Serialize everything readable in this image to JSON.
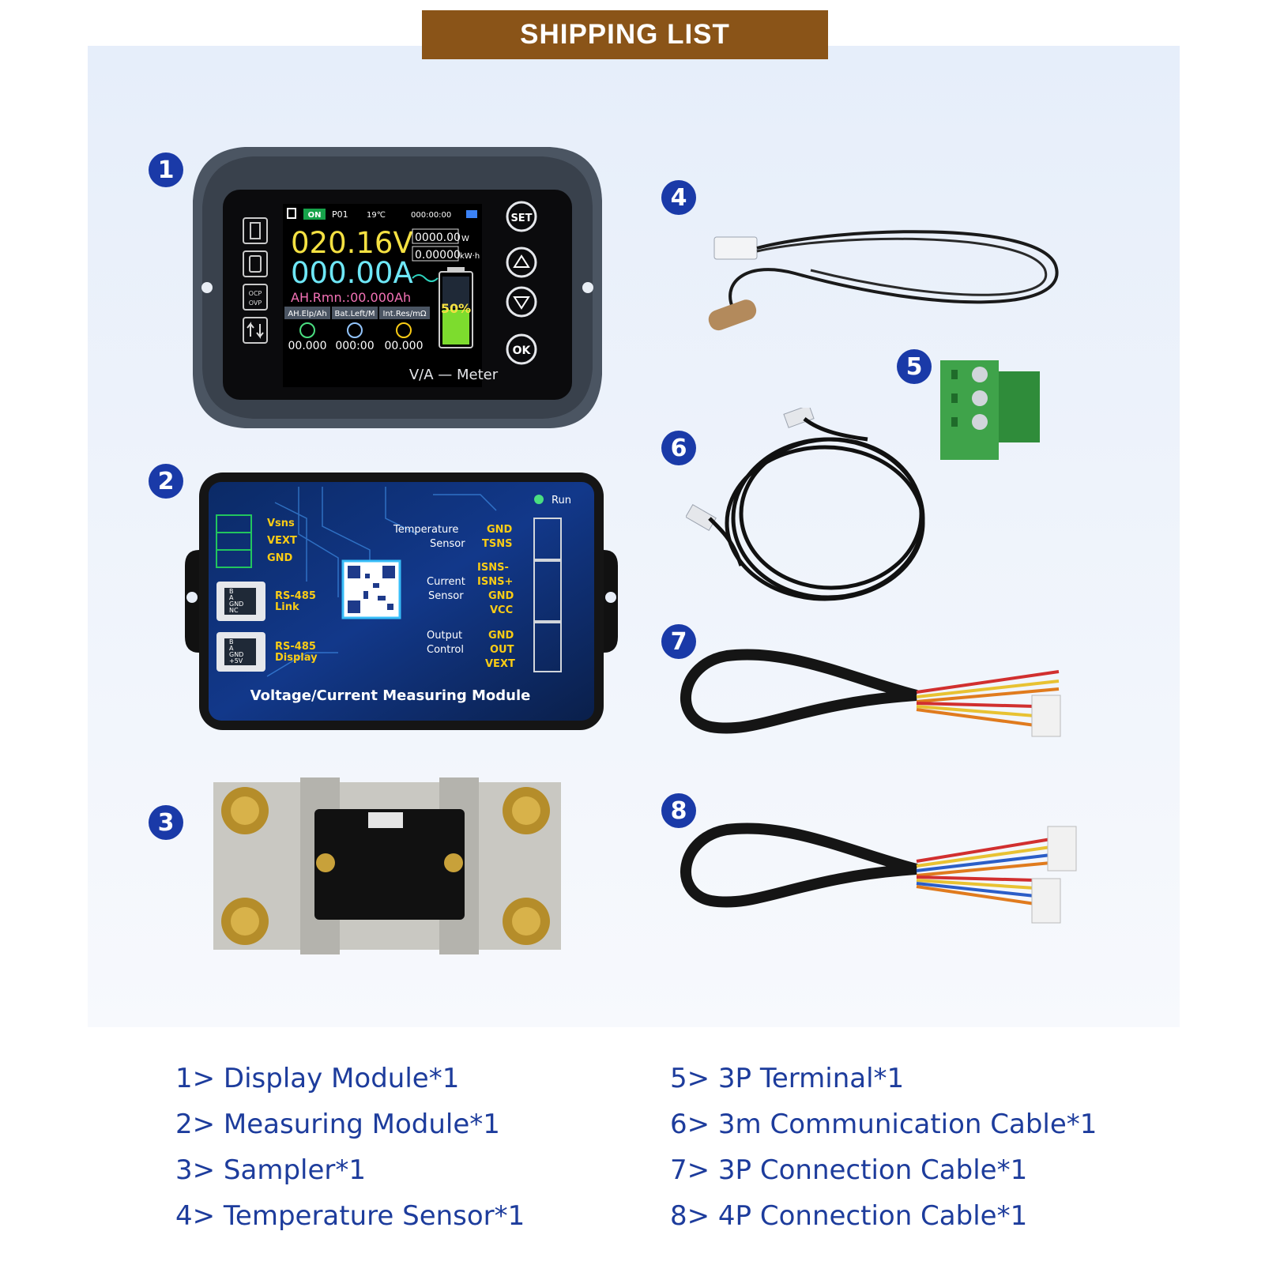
{
  "banner": "SHIPPING LIST",
  "badges": [
    "1",
    "2",
    "3",
    "4",
    "5",
    "6",
    "7",
    "8"
  ],
  "display_module": {
    "status": {
      "on": "ON",
      "program": "P01",
      "temp": "19℃",
      "time": "000:00:00"
    },
    "voltage": "020.16V",
    "current": "000.00A",
    "power": "0000.00",
    "power_unit": "W",
    "energy": "0.00000",
    "energy_unit": "kW·h",
    "ah_remaining": "AH.Rmn.:00.000Ah",
    "battery_percent": "50%",
    "metrics": [
      {
        "label": "AH.Elp/Ah",
        "value": "00.000"
      },
      {
        "label": "Bat.Left/M",
        "value": "000:00"
      },
      {
        "label": "Int.Res/mΩ",
        "value": "00.000"
      }
    ],
    "side_icons": {
      "ocp": "OCP",
      "ovp": "OVP"
    },
    "buttons": {
      "set": "SET",
      "ok": "OK"
    },
    "brand": "V/A — Meter"
  },
  "measuring_module": {
    "run": "Run",
    "left_pins": [
      "Vsns",
      "VEXT",
      "GND"
    ],
    "rs485_link": {
      "pins": [
        "B",
        "A",
        "GND",
        "NC"
      ],
      "label1": "RS-485",
      "label2": "Link"
    },
    "rs485_display": {
      "pins": [
        "B",
        "A",
        "GND",
        "+5V"
      ],
      "label1": "RS-485",
      "label2": "Display"
    },
    "temp_sensor": {
      "label1": "Temperature",
      "label2": "Sensor",
      "pins": [
        "GND",
        "TSNS"
      ]
    },
    "current_sensor": {
      "label1": "Current",
      "label2": "Sensor",
      "pins": [
        "ISNS-",
        "ISNS+",
        "GND",
        "VCC"
      ]
    },
    "output_control": {
      "label1": "Output",
      "label2": "Control",
      "pins": [
        "GND",
        "OUT",
        "VEXT"
      ]
    },
    "title": "Voltage/Current Measuring Module"
  },
  "items": [
    "1> Display Module*1",
    "2> Measuring Module*1",
    "3> Sampler*1",
    "4> Temperature Sensor*1",
    "5> 3P Terminal*1",
    "6> 3m Communication Cable*1",
    "7> 3P Connection Cable*1",
    "8> 4P Connection Cable*1"
  ],
  "colors": {
    "banner": "#8a5418",
    "badge": "#1a3aa8",
    "list_text": "#1d3c9c"
  }
}
